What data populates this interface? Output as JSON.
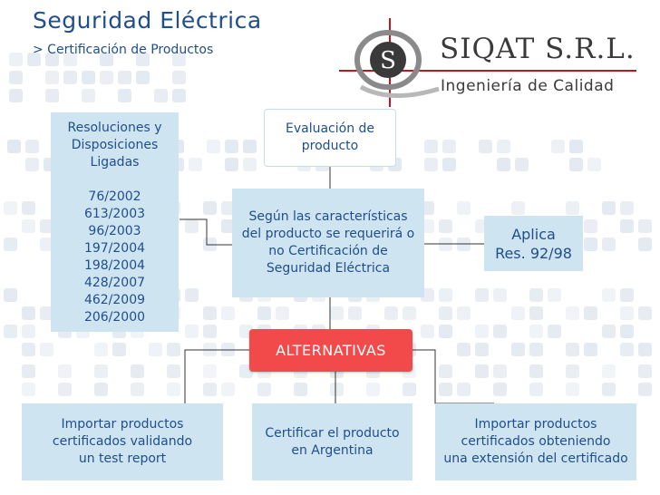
{
  "header": {
    "title": "Seguridad Eléctrica",
    "subtitle": "> Certificación de Productos"
  },
  "logo": {
    "letter": "S",
    "name": "SIQAT S.R.L.",
    "tagline": "Ingeniería de Calidad"
  },
  "resoluciones": {
    "heading": [
      "Resoluciones y",
      "Disposiciones",
      "Ligadas"
    ],
    "items": [
      "76/2002",
      "613/2003",
      "96/2003",
      "197/2004",
      "198/2004",
      "428/2007",
      "462/2009",
      "206/2000"
    ]
  },
  "evaluacion": {
    "lines": [
      "Evaluación de",
      "producto"
    ]
  },
  "caracteristicas": {
    "lines": [
      "Según las características",
      "del producto se requerirá o",
      "no Certificación de",
      "Seguridad Eléctrica"
    ]
  },
  "aplica": {
    "lines": [
      "Aplica",
      "Res. 92/98"
    ]
  },
  "alternativas": {
    "label": "ALTERNATIVAS"
  },
  "opciones": [
    {
      "lines": [
        "Importar productos",
        "certificados validando",
        "un test report"
      ]
    },
    {
      "lines": [
        "Certificar el producto",
        "en Argentina"
      ]
    },
    {
      "lines": [
        "Importar productos",
        "certificados obteniendo",
        "una extensión del certificado"
      ]
    }
  ],
  "colors": {
    "text": "#1f4e8c",
    "box": "#cfe4f1",
    "alternativas": "#f24a4a",
    "logo_red": "#c0161e"
  }
}
